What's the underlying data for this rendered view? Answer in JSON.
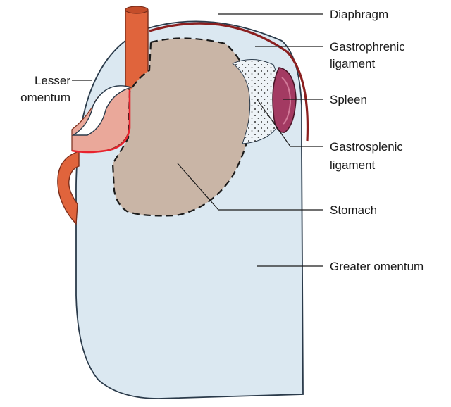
{
  "figure": {
    "labels": {
      "diaphragm": "Diaphragm",
      "gastrophrenic_line1": "Gastrophrenic",
      "gastrophrenic_line2": "ligament",
      "lesser_omentum_line1": "Lesser",
      "lesser_omentum_line2": "omentum",
      "spleen": "Spleen",
      "gastrosplenic_line1": "Gastrosplenic",
      "gastrosplenic_line2": "ligament",
      "stomach": "Stomach",
      "greater_omentum": "Greater omentum"
    },
    "colors": {
      "omentum_fill": "#dbe8f1",
      "stomach_fill": "#c9b5a6",
      "oesophagus": "#e0643c",
      "diaphragm": "#8b1f1f",
      "spleen": "#a33a62",
      "lesser_omentum_fill": "#eaa89a",
      "lesser_curvature": "#e8232e",
      "outline": "#2a3a4a"
    }
  }
}
